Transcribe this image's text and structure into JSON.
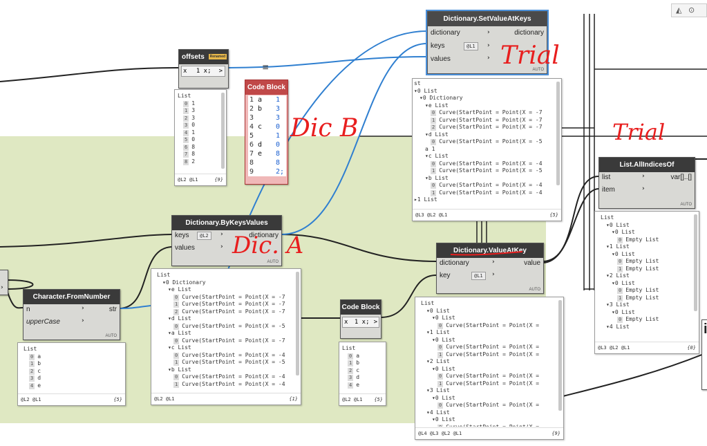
{
  "toolbar": {
    "icons": [
      "camera-icon",
      "zoom-icon"
    ]
  },
  "nodes": {
    "offsets": {
      "title": "offsets",
      "badge": "Renamed",
      "in": "x",
      "code": "1 x;",
      "out": ">"
    },
    "code_block_red": {
      "title": "Code Block",
      "lines": [
        {
          "n": "1",
          "k": "a",
          "v": "1"
        },
        {
          "n": "2",
          "k": "b",
          "v": "3"
        },
        {
          "n": "3",
          "k": "",
          "v": "3"
        },
        {
          "n": "4",
          "k": "c",
          "v": "0"
        },
        {
          "n": "5",
          "k": "",
          "v": "1"
        },
        {
          "n": "6",
          "k": "d",
          "v": "0"
        },
        {
          "n": "7",
          "k": "e",
          "v": "8"
        },
        {
          "n": "8",
          "k": "",
          "v": "8"
        },
        {
          "n": "9",
          "k": "",
          "v": "2;"
        }
      ]
    },
    "set_value": {
      "title": "Dictionary.SetValueAtKeys",
      "inputs": [
        "dictionary",
        "keys",
        "values"
      ],
      "output": "dictionary",
      "keys_chip": "@L1",
      "lacing": "AUTO"
    },
    "by_keys": {
      "title": "Dictionary.ByKeysValues",
      "inputs": [
        "keys",
        "values"
      ],
      "output": "dictionary",
      "keys_chip": "@L2",
      "lacing": "AUTO"
    },
    "char_from": {
      "title": "Character.FromNumber",
      "inputs": [
        "n",
        "upperCase"
      ],
      "output": "str",
      "lacing": "AUTO"
    },
    "code_block2": {
      "title": "Code Block",
      "in": "x",
      "code": "1 x;",
      "out": ">"
    },
    "value_at_key": {
      "title": "Dictionary.ValueAtKey",
      "inputs": [
        "dictionary",
        "key"
      ],
      "output": "value",
      "key_chip": "@L1",
      "lacing": "AUTO"
    },
    "all_indices": {
      "title": "List.AllIndicesOf",
      "inputs": [
        "list",
        "item"
      ],
      "output": "var[]..[]",
      "lacing": "AUTO"
    }
  },
  "watches": {
    "offsets": {
      "rows": [
        {
          "t": "List",
          "d": 0
        },
        {
          "i": "0",
          "t": "1",
          "d": 1
        },
        {
          "i": "1",
          "t": "3",
          "d": 1
        },
        {
          "i": "2",
          "t": "3",
          "d": 1
        },
        {
          "i": "3",
          "t": "0",
          "d": 1
        },
        {
          "i": "4",
          "t": "1",
          "d": 1
        },
        {
          "i": "5",
          "t": "0",
          "d": 1
        },
        {
          "i": "6",
          "t": "8",
          "d": 1
        },
        {
          "i": "7",
          "t": "8",
          "d": 1
        },
        {
          "i": "8",
          "t": "2",
          "d": 1
        }
      ],
      "levels": "@L2 @L1",
      "count": "{9}"
    },
    "set_value": {
      "rows": [
        {
          "t": "st",
          "d": 0
        },
        {
          "t": "▾0 List",
          "d": 0
        },
        {
          "t": "▾0  Dictionary",
          "d": 1
        },
        {
          "t": "▾e List",
          "d": 2
        },
        {
          "i": "0",
          "t": "Curve(StartPoint = Point(X = -7",
          "d": 3
        },
        {
          "i": "1",
          "t": "Curve(StartPoint = Point(X = -7",
          "d": 3
        },
        {
          "i": "2",
          "t": "Curve(StartPoint = Point(X = -7",
          "d": 3
        },
        {
          "t": "▾d List",
          "d": 2
        },
        {
          "i": "0",
          "t": "Curve(StartPoint = Point(X = -5",
          "d": 3
        },
        {
          "t": "a  1",
          "d": 2
        },
        {
          "t": "▾c List",
          "d": 2
        },
        {
          "i": "0",
          "t": "Curve(StartPoint = Point(X = -4",
          "d": 3
        },
        {
          "i": "1",
          "t": "Curve(StartPoint = Point(X = -5",
          "d": 3
        },
        {
          "t": "▾b List",
          "d": 2
        },
        {
          "i": "0",
          "t": "Curve(StartPoint = Point(X = -4",
          "d": 3
        },
        {
          "i": "1",
          "t": "Curve(StartPoint = Point(X = -4",
          "d": 3
        },
        {
          "t": "▸1 List",
          "d": 0
        }
      ],
      "levels": "@L3 @L2 @L1",
      "count": "{5}"
    },
    "by_keys": {
      "rows": [
        {
          "t": "List",
          "d": 0
        },
        {
          "t": "▾0  Dictionary",
          "d": 1
        },
        {
          "t": "▾e List",
          "d": 2
        },
        {
          "i": "0",
          "t": "Curve(StartPoint = Point(X = -7",
          "d": 3
        },
        {
          "i": "1",
          "t": "Curve(StartPoint = Point(X = -7",
          "d": 3
        },
        {
          "i": "2",
          "t": "Curve(StartPoint = Point(X = -7",
          "d": 3
        },
        {
          "t": "▾d List",
          "d": 2
        },
        {
          "i": "0",
          "t": "Curve(StartPoint = Point(X = -5",
          "d": 3
        },
        {
          "t": "▾a List",
          "d": 2
        },
        {
          "i": "0",
          "t": "Curve(StartPoint = Point(X = -7",
          "d": 3
        },
        {
          "t": "▾c List",
          "d": 2
        },
        {
          "i": "0",
          "t": "Curve(StartPoint = Point(X = -4",
          "d": 3
        },
        {
          "i": "1",
          "t": "Curve(StartPoint = Point(X = -5",
          "d": 3
        },
        {
          "t": "▾b List",
          "d": 2
        },
        {
          "i": "0",
          "t": "Curve(StartPoint = Point(X = -4",
          "d": 3
        },
        {
          "i": "1",
          "t": "Curve(StartPoint = Point(X = -4",
          "d": 3
        }
      ],
      "levels": "@L2 @L1",
      "count": "{1}"
    },
    "char_from": {
      "rows": [
        {
          "t": "List",
          "d": 0
        },
        {
          "i": "0",
          "t": "a",
          "d": 1
        },
        {
          "i": "1",
          "t": "b",
          "d": 1
        },
        {
          "i": "2",
          "t": "c",
          "d": 1
        },
        {
          "i": "3",
          "t": "d",
          "d": 1
        },
        {
          "i": "4",
          "t": "e",
          "d": 1
        }
      ],
      "levels": "@L2 @L1",
      "count": "{5}"
    },
    "code_block2": {
      "rows": [
        {
          "t": "List",
          "d": 0
        },
        {
          "i": "0",
          "t": "a",
          "d": 1
        },
        {
          "i": "1",
          "t": "b",
          "d": 1
        },
        {
          "i": "2",
          "t": "c",
          "d": 1
        },
        {
          "i": "3",
          "t": "d",
          "d": 1
        },
        {
          "i": "4",
          "t": "e",
          "d": 1
        }
      ],
      "levels": "@L2 @L1",
      "count": "{5}"
    },
    "value_at_key": {
      "rows": [
        {
          "t": "List",
          "d": 0
        },
        {
          "t": "▾0 List",
          "d": 1
        },
        {
          "t": "▾0 List",
          "d": 2
        },
        {
          "i": "0",
          "t": "Curve(StartPoint = Point(X =",
          "d": 3
        },
        {
          "t": "▾1 List",
          "d": 1
        },
        {
          "t": "▾0 List",
          "d": 2
        },
        {
          "i": "0",
          "t": "Curve(StartPoint = Point(X =",
          "d": 3
        },
        {
          "i": "1",
          "t": "Curve(StartPoint = Point(X =",
          "d": 3
        },
        {
          "t": "▾2 List",
          "d": 1
        },
        {
          "t": "▾0 List",
          "d": 2
        },
        {
          "i": "0",
          "t": "Curve(StartPoint = Point(X =",
          "d": 3
        },
        {
          "i": "1",
          "t": "Curve(StartPoint = Point(X =",
          "d": 3
        },
        {
          "t": "▾3 List",
          "d": 1
        },
        {
          "t": "▾0 List",
          "d": 2
        },
        {
          "i": "0",
          "t": "Curve(StartPoint = Point(X =",
          "d": 3
        },
        {
          "t": "▾4 List",
          "d": 1
        },
        {
          "t": "▾0 List",
          "d": 2
        },
        {
          "i": "0",
          "t": "Curve(StartPoint = Point(X =",
          "d": 3
        }
      ],
      "levels": "@L4 @L3 @L2 @L1",
      "count": "{9}"
    },
    "all_indices": {
      "rows": [
        {
          "t": "List",
          "d": 0
        },
        {
          "t": "▾0 List",
          "d": 1
        },
        {
          "t": "▾0 List",
          "d": 2
        },
        {
          "i": "0",
          "t": "Empty List",
          "d": 3
        },
        {
          "t": "▾1 List",
          "d": 1
        },
        {
          "t": "▾0 List",
          "d": 2
        },
        {
          "i": "0",
          "t": "Empty List",
          "d": 3
        },
        {
          "i": "1",
          "t": "Empty List",
          "d": 3
        },
        {
          "t": "▾2 List",
          "d": 1
        },
        {
          "t": "▾0 List",
          "d": 2
        },
        {
          "i": "0",
          "t": "Empty List",
          "d": 3
        },
        {
          "i": "1",
          "t": "Empty List",
          "d": 3
        },
        {
          "t": "▾3 List",
          "d": 1
        },
        {
          "t": "▾0 List",
          "d": 2
        },
        {
          "i": "0",
          "t": "Empty List",
          "d": 3
        },
        {
          "t": "▾4 List",
          "d": 1
        }
      ],
      "levels": "@L3 @L2 @L1",
      "count": "{0}"
    }
  },
  "annotations": {
    "trial1": "Trial",
    "trial2": "Trial",
    "dicb": "Dic B",
    "dica": "Dic. A"
  },
  "colors": {
    "wire_blue": "#2f7fd0",
    "wire_black": "#222222",
    "ink_red": "#e81e1e",
    "group_green": "#dfe8c2"
  }
}
